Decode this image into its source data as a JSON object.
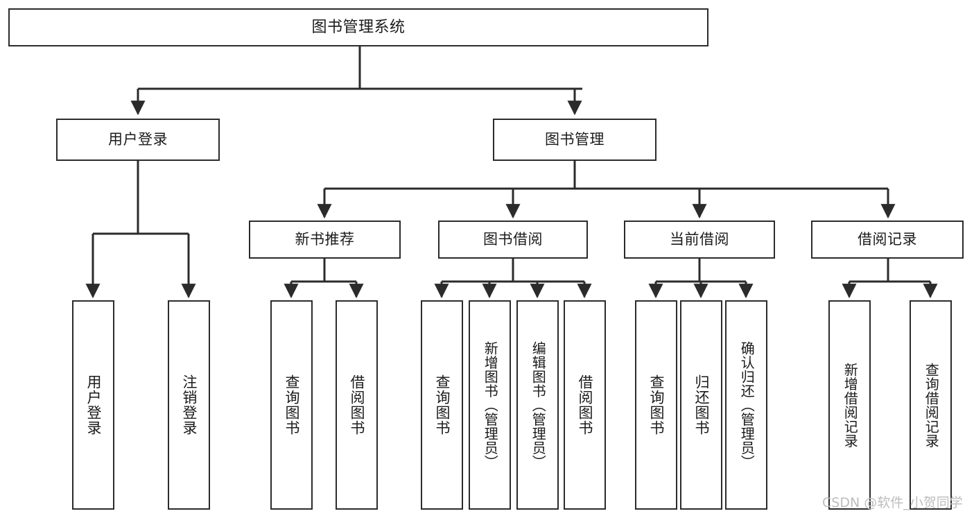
{
  "diagram": {
    "title": "图书管理系统",
    "type": "tree-hierarchy-diagram",
    "watermark": "CSDN @软件_小贺同学",
    "colors": {
      "box_border": "#2b2b2b",
      "box_fill": "#ffffff",
      "edge": "#2b2b2b",
      "text": "#1b1b1b",
      "watermark": "#bdbdbd",
      "background": "#ffffff"
    },
    "root": {
      "label": "图书管理系统"
    },
    "level2": [
      {
        "label": "用户登录"
      },
      {
        "label": "图书管理"
      }
    ],
    "level3": [
      {
        "label": "新书推荐"
      },
      {
        "label": "图书借阅"
      },
      {
        "label": "当前借阅"
      },
      {
        "label": "借阅记录"
      }
    ],
    "leaves": {
      "user_login": [
        {
          "label": "用户登录"
        },
        {
          "label": "注销登录"
        }
      ],
      "new_book_recommend": [
        {
          "label": "查询图书"
        },
        {
          "label": "借阅图书"
        }
      ],
      "book_borrow": [
        {
          "label": "查询图书"
        },
        {
          "label": "新增图书（管理员）"
        },
        {
          "label": "编辑图书（管理员）"
        },
        {
          "label": "借阅图书"
        }
      ],
      "current_borrow": [
        {
          "label": "查询图书"
        },
        {
          "label": "归还图书"
        },
        {
          "label": "确认归还（管理员）"
        }
      ],
      "borrow_record": [
        {
          "label": "新增借阅记录"
        },
        {
          "label": "查询借阅记录"
        }
      ]
    }
  }
}
